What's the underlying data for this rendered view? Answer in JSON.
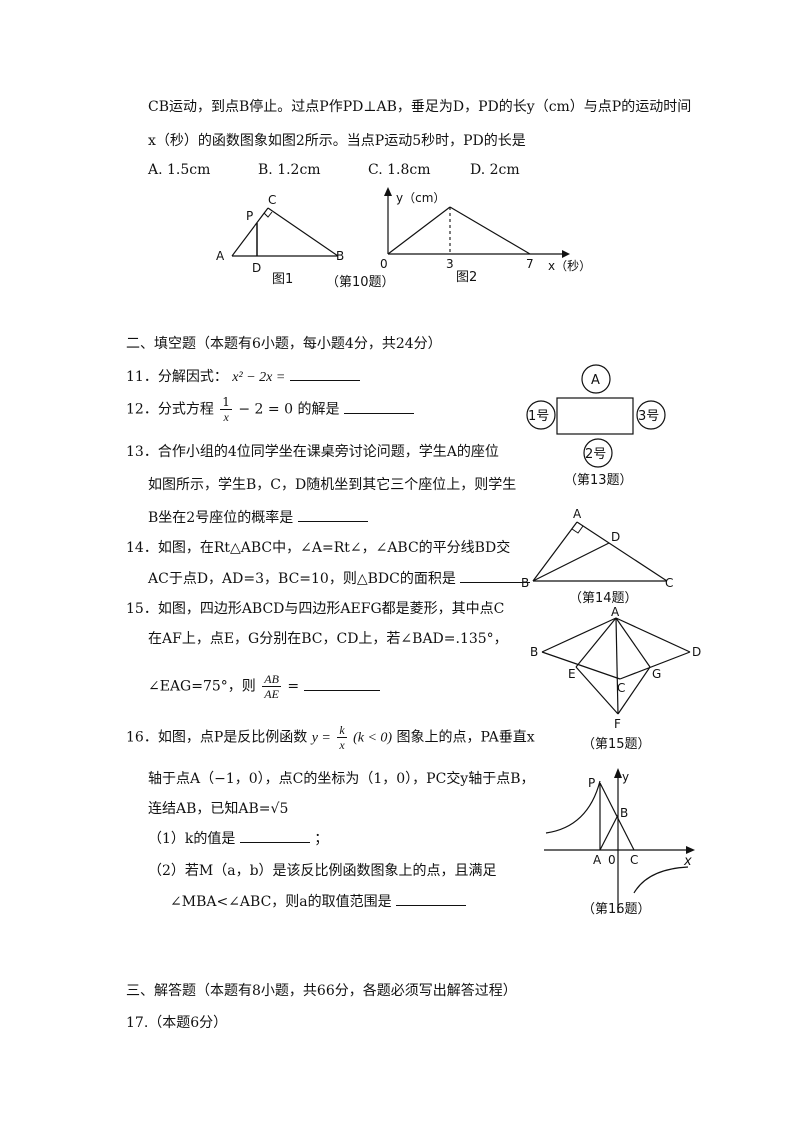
{
  "q10": {
    "line1": "CB运动，到点B停止。过点P作PD⊥AB，垂足为D，PD的长y（cm）与点P的运动时间",
    "line2": "x（秒）的函数图象如图2所示。当点P运动5秒时，PD的长是",
    "options": [
      "A. 1.5cm",
      "B. 1.2cm",
      "C. 1.8cm",
      "D. 2cm"
    ],
    "fig1": {
      "A": "A",
      "B": "B",
      "C": "C",
      "D": "D",
      "P": "P",
      "caption": "图1"
    },
    "fig2": {
      "ylabel": "y（cm）",
      "xlabel": "x（秒）",
      "o": "0",
      "t3": "3",
      "t7": "7",
      "caption": "图2"
    },
    "caption": "（第10题）"
  },
  "section2": "二、填空题（本题有6小题，每小题4分，共24分）",
  "q11": {
    "text": "11．分解因式：",
    "expr": "x² − 2x ="
  },
  "q12": {
    "text": "12．分式方程",
    "num": "1",
    "den": "x",
    "rest": "− 2 = 0 的解是"
  },
  "q13": {
    "line1": "13．合作小组的4位同学坐在课桌旁讨论问题，学生A的座位",
    "line2": "如图所示，学生B，C，D随机坐到其它三个座位上，则学生",
    "line3": "B坐在2号座位的概率是",
    "fig": {
      "a": "A",
      "s1": "1号",
      "s2": "2号",
      "s3": "3号",
      "caption": "（第13题）"
    }
  },
  "q14": {
    "line1": "14．如图，在Rt△ABC中，∠A=Rt∠，∠ABC的平分线BD交",
    "line2": "AC于点D，AD=3，BC=10，则△BDC的面积是",
    "fig": {
      "A": "A",
      "B": "B",
      "C": "C",
      "D": "D",
      "caption": "（第14题）"
    }
  },
  "q15": {
    "line1": "15．如图，四边形ABCD与四边形AEFG都是菱形，其中点C",
    "line2": "在AF上，点E，G分别在BC，CD上，若∠BAD=.135°，",
    "line3a": "∠EAG=75°，则",
    "num": "AB",
    "den": "AE",
    "line3b": "=",
    "fig": {
      "A": "A",
      "B": "B",
      "C": "C",
      "D": "D",
      "E": "E",
      "F": "F",
      "G": "G",
      "caption": "（第15题）"
    }
  },
  "q16": {
    "line1a": "16．如图，点P是反比例函数",
    "y": "y =",
    "num": "k",
    "den": "x",
    "cond": "(k < 0)",
    "line1b": "图象上的点，PA垂直x",
    "line2": "轴于点A（−1，0），点C的坐标为（1，0），PC交y轴于点B，",
    "line3": "连结AB，已知AB=√5",
    "sub1": "（1）k的值是",
    "sub1end": "；",
    "sub2a": "（2）若M（a，b）是该反比例函数图象上的点，且满足",
    "sub2b": "∠MBA<∠ABC，则a的取值范围是",
    "fig": {
      "P": "P",
      "B": "B",
      "A": "A",
      "O": "0",
      "C": "C",
      "x": "x",
      "y": "y",
      "caption": "（第16题）"
    }
  },
  "section3": "三、解答题（本题有8小题，共66分，各题必须写出解答过程）",
  "q17": "17.（本题6分）"
}
